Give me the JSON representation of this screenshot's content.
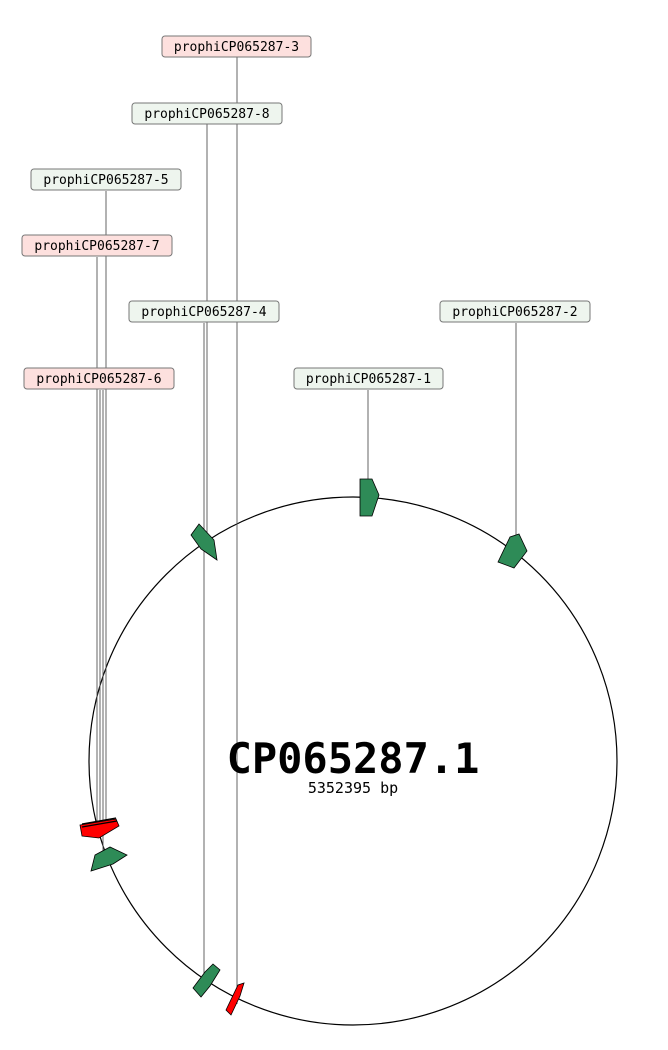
{
  "genome": {
    "name": "CP065287.1",
    "length_label": "5352395 bp"
  },
  "colors": {
    "intact": "#2e8b57",
    "incomplete": "#ff0000",
    "label_intact_bg": "#eef5ee",
    "label_incomplete_bg": "#fde0de",
    "label_border": "#777777"
  },
  "prophages": [
    {
      "label": "prophiCP065287-3",
      "kind": "incomplete"
    },
    {
      "label": "prophiCP065287-8",
      "kind": "intact"
    },
    {
      "label": "prophiCP065287-5",
      "kind": "intact"
    },
    {
      "label": "prophiCP065287-7",
      "kind": "incomplete"
    },
    {
      "label": "prophiCP065287-4",
      "kind": "intact"
    },
    {
      "label": "prophiCP065287-2",
      "kind": "intact"
    },
    {
      "label": "prophiCP065287-1",
      "kind": "intact"
    },
    {
      "label": "prophiCP065287-6",
      "kind": "incomplete"
    }
  ]
}
